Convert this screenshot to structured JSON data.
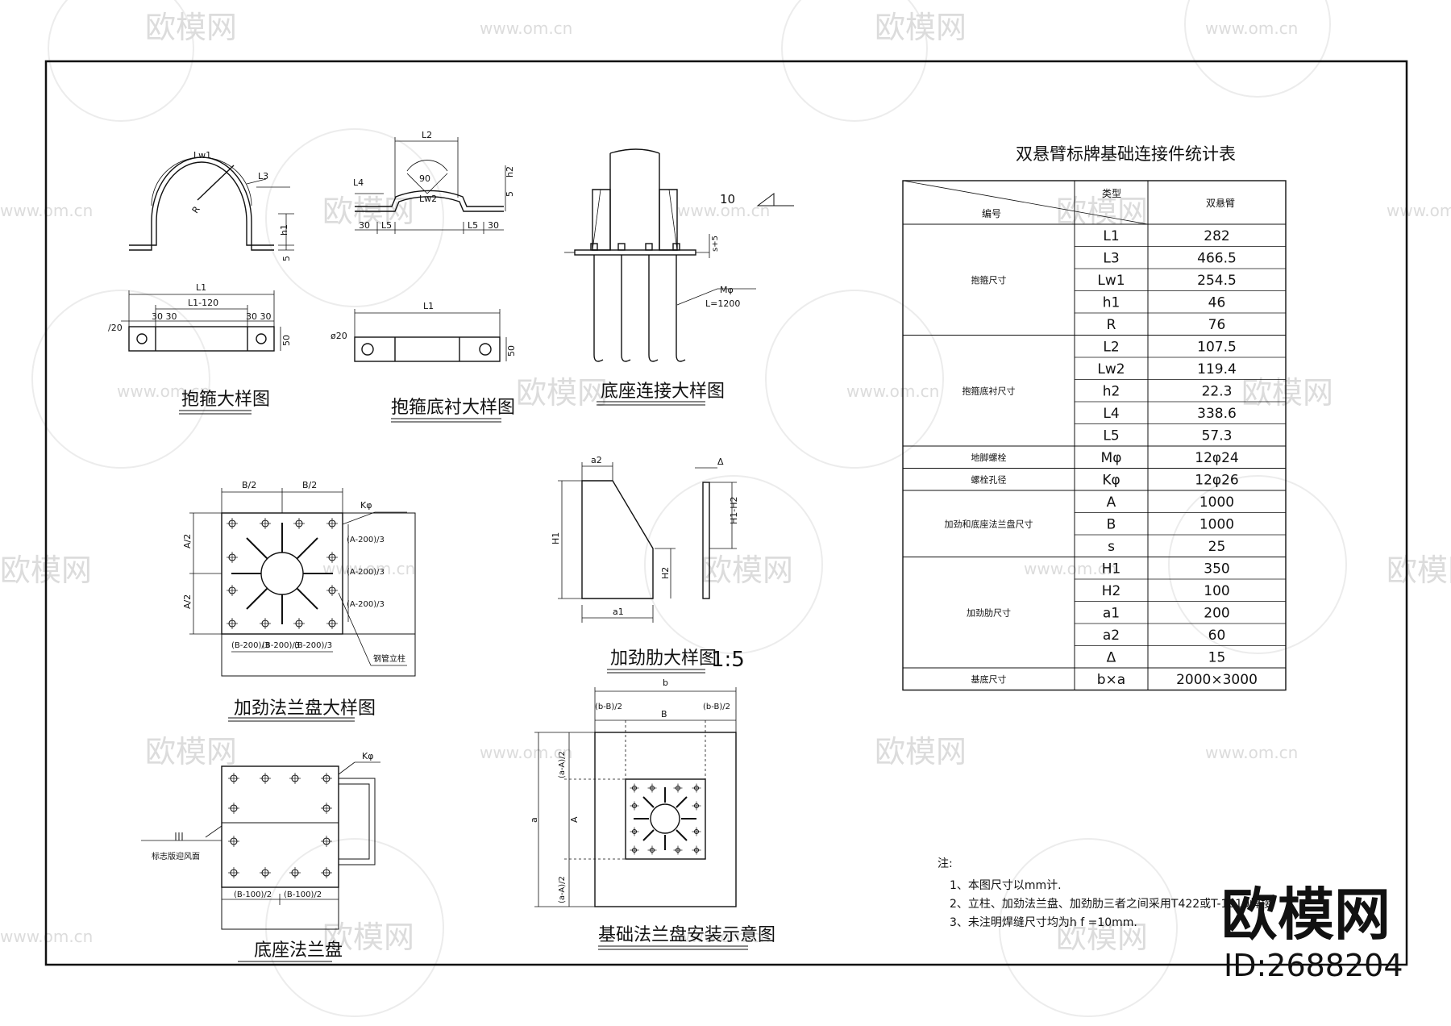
{
  "watermarks": {
    "brand": "欧模网",
    "url": "www.om.cn"
  },
  "stamp": {
    "brand": "欧模网",
    "id": "ID:2688204"
  },
  "views": {
    "hoop": {
      "title": "抱箍大样图",
      "labels": [
        "Lw1",
        "L3",
        "R",
        "h1",
        "5",
        "L1",
        "L1-120",
        "30 30",
        "30 30",
        "/20",
        "50"
      ]
    },
    "hoop_liner": {
      "title": "抱箍底衬大样图",
      "labels": [
        "L2",
        "L4",
        "90",
        "Lw2",
        "h2",
        "5",
        "30",
        "L5",
        "L5",
        "30",
        "L1",
        "ø20",
        "50"
      ]
    },
    "base_connection": {
      "title": "底座连接大样图",
      "labels": [
        "10",
        "s+5",
        "Mφ",
        "L=1200"
      ]
    },
    "flange": {
      "title": "加劲法兰盘大样图",
      "labels": [
        "B/2",
        "B/2",
        "Kφ",
        "A/2",
        "A/2",
        "(A-200)/3",
        "(A-200)/3",
        "(A-200)/3",
        "(B-200)/3",
        "(B-200)/3",
        "(B-200)/3",
        "钢管立柱"
      ]
    },
    "rib": {
      "title": "加劲肋大样图",
      "scale": "1:5",
      "labels": [
        "a2",
        "Δ",
        "H1",
        "H1-H2",
        "H2",
        "a1"
      ]
    },
    "base_flange": {
      "title": "底座法兰盘",
      "labels": [
        "Kφ",
        "标志版迎风面",
        "(B-100)/2",
        "(B-100)/2"
      ]
    },
    "install": {
      "title": "基础法兰盘安装示意图",
      "labels": [
        "b",
        "(b-B)/2",
        "(b-B)/2",
        "B",
        "(a-A)/2",
        "a",
        "A",
        "(a-A)/2"
      ]
    }
  },
  "table": {
    "title": "双悬臂标牌基础连接件统计表",
    "header": {
      "type_label": "类型",
      "code_label": "编号",
      "col_label": "双悬臂"
    },
    "groups": [
      {
        "name": "抱箍尺寸",
        "rows": [
          [
            "L1",
            "282"
          ],
          [
            "L3",
            "466.5"
          ],
          [
            "Lw1",
            "254.5"
          ],
          [
            "h1",
            "46"
          ],
          [
            "R",
            "76"
          ]
        ]
      },
      {
        "name": "抱箍底衬尺寸",
        "rows": [
          [
            "L2",
            "107.5"
          ],
          [
            "Lw2",
            "119.4"
          ],
          [
            "h2",
            "22.3"
          ],
          [
            "L4",
            "338.6"
          ],
          [
            "L5",
            "57.3"
          ]
        ]
      },
      {
        "name": "地脚螺栓",
        "rows": [
          [
            "Mφ",
            "12φ24"
          ]
        ]
      },
      {
        "name": "螺栓孔径",
        "rows": [
          [
            "Kφ",
            "12φ26"
          ]
        ]
      },
      {
        "name": "加劲和底座法兰盘尺寸",
        "rows": [
          [
            "A",
            "1000"
          ],
          [
            "B",
            "1000"
          ],
          [
            "s",
            "25"
          ]
        ]
      },
      {
        "name": "加劲肋尺寸",
        "rows": [
          [
            "H1",
            "350"
          ],
          [
            "H2",
            "100"
          ],
          [
            "a1",
            "200"
          ],
          [
            "a2",
            "60"
          ],
          [
            "Δ",
            "15"
          ]
        ]
      },
      {
        "name": "基底尺寸",
        "rows": [
          [
            "b×a",
            "2000×3000"
          ]
        ]
      }
    ]
  },
  "notes": {
    "heading": "注:",
    "items": [
      "1、本图尺寸以mm计.",
      "2、立柱、加劲法兰盘、加劲肋三者之间采用T422或T-1010焊接",
      "3、未注明焊缝尺寸均为h f =10mm."
    ]
  }
}
